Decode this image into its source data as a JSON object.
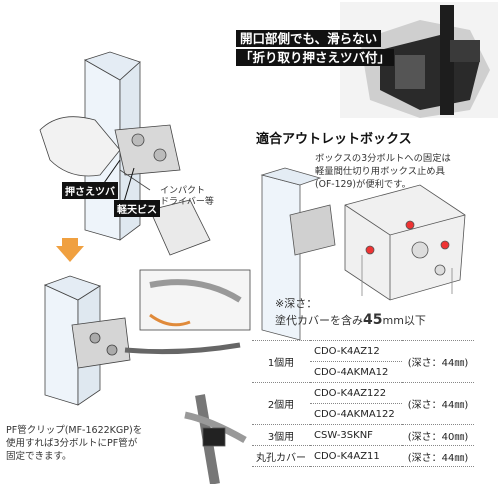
{
  "banner": {
    "line1": "開口部側でも、滑らない",
    "line2": "「折り取り押さえツバ付」"
  },
  "labels": {
    "tsuba": "押さえツバ",
    "keiten": "軽天ビス",
    "impact_l1": "インパクト",
    "impact_l2": "ドライバー等"
  },
  "section_title": "適合アウトレットボックス",
  "note": {
    "line1": "ボックスの3分ボルトへの固定は",
    "line2": "軽量間仕切り用ボックス止め具",
    "line3": "(OF-129)が便利です。"
  },
  "depth_note": {
    "line1": "※深さ：",
    "line2_pre": "塗代カバーを含み",
    "line2_big": "45",
    "line2_post": "mm以下"
  },
  "table": {
    "rows": [
      {
        "group": "1個用",
        "model": "CDO-K4AZ12",
        "depth": "(深さ：44㎜)"
      },
      {
        "group": "",
        "model": "CDO-4AKMA12",
        "depth": ""
      },
      {
        "group": "2個用",
        "model": "CDO-K4AZ122",
        "depth": "(深さ：44㎜)"
      },
      {
        "group": "",
        "model": "CDO-4AKMA122",
        "depth": ""
      },
      {
        "group": "3個用",
        "model": "CSW-3SKNF",
        "depth": "(深さ：40㎜)"
      },
      {
        "group": "丸孔カバー",
        "model": "CDO-K4AZ11",
        "depth": "(深さ：44㎜)"
      }
    ]
  },
  "pf_note": {
    "line1": "PF管クリップ(MF-1622KGP)を",
    "line2": "使用すれば3分ボルトにPF管が",
    "line3": "固定できます。"
  }
}
